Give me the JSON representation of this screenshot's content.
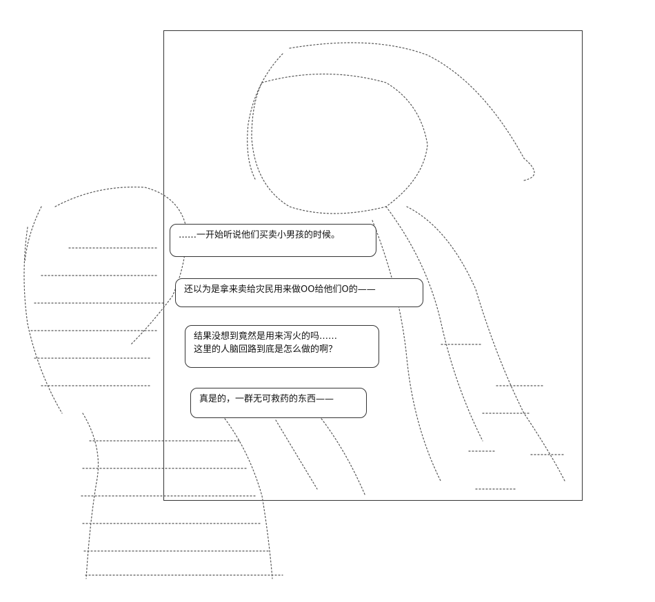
{
  "dialogue": {
    "lines": [
      "……一开始听说他们买卖小男孩的时候。",
      "还以为是拿来卖给灾民用来做OO给他们O的——",
      "结果没想到竟然是用来泻火的吗……",
      "这里的人脑回路到底是怎么做的啊？",
      "真是的，一群无可救药的东西——"
    ]
  }
}
